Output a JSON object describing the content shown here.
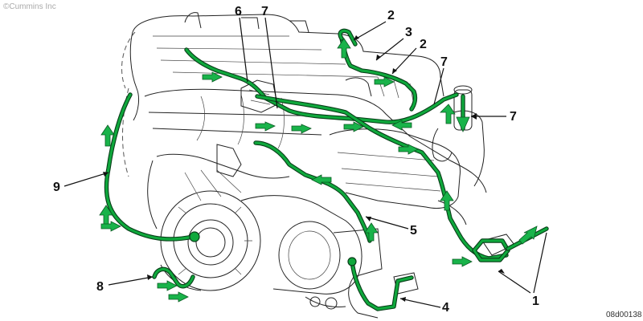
{
  "copyright": "©Cummins Inc",
  "figure_id": "08d00138",
  "colors": {
    "hose": "#0fa83c",
    "arrow": "#19b34a",
    "line": "#222222"
  },
  "callouts": [
    {
      "label": "1"
    },
    {
      "label": "2"
    },
    {
      "label": "3"
    },
    {
      "label": "2"
    },
    {
      "label": "4"
    },
    {
      "label": "5"
    },
    {
      "label": "6"
    },
    {
      "label": "7"
    },
    {
      "label": "7"
    },
    {
      "label": "7"
    },
    {
      "label": "8"
    },
    {
      "label": "9"
    }
  ]
}
